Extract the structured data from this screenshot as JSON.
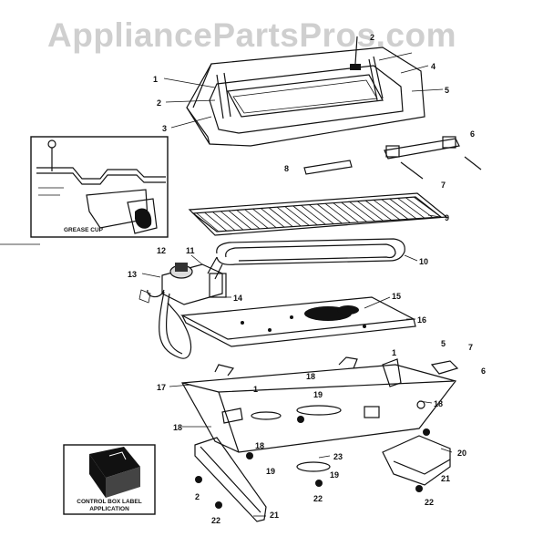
{
  "watermark": "AppliancePartsPros.com",
  "inset_grease_label": "GREASE CUP",
  "control_box_caption": [
    "CONTROL BOX LABEL",
    "APPLICATION"
  ],
  "footer_text": "",
  "callouts": [
    {
      "id": "c1",
      "num": "1"
    },
    {
      "id": "c2",
      "num": "2"
    },
    {
      "id": "c3",
      "num": "3"
    },
    {
      "id": "c4",
      "num": "4"
    },
    {
      "id": "c5",
      "num": "5"
    },
    {
      "id": "c6",
      "num": "6"
    },
    {
      "id": "c7",
      "num": "7"
    },
    {
      "id": "c8",
      "num": "8"
    },
    {
      "id": "c9",
      "num": "9"
    },
    {
      "id": "c10",
      "num": "10"
    },
    {
      "id": "c11",
      "num": "11"
    },
    {
      "id": "c12",
      "num": "12"
    },
    {
      "id": "c13",
      "num": "13"
    },
    {
      "id": "c14",
      "num": "14"
    },
    {
      "id": "c15",
      "num": "15"
    },
    {
      "id": "c16",
      "num": "16"
    },
    {
      "id": "c17",
      "num": "17"
    },
    {
      "id": "c18a",
      "num": "18"
    },
    {
      "id": "c18b",
      "num": "18"
    },
    {
      "id": "c18c",
      "num": "18"
    },
    {
      "id": "c18d",
      "num": "18"
    },
    {
      "id": "c19a",
      "num": "19"
    },
    {
      "id": "c19b",
      "num": "19"
    },
    {
      "id": "c19c",
      "num": "19"
    },
    {
      "id": "c20",
      "num": "20"
    },
    {
      "id": "c21a",
      "num": "21"
    },
    {
      "id": "c21b",
      "num": "21"
    },
    {
      "id": "c22a",
      "num": "22"
    },
    {
      "id": "c22b",
      "num": "22"
    },
    {
      "id": "c22c",
      "num": "22"
    },
    {
      "id": "c23",
      "num": "23"
    },
    {
      "id": "c2b",
      "num": "2"
    },
    {
      "id": "c1b",
      "num": "1"
    },
    {
      "id": "c5b",
      "num": "5"
    },
    {
      "id": "c7b",
      "num": "7"
    },
    {
      "id": "c6b",
      "num": "6"
    },
    {
      "id": "c2c",
      "num": "2"
    },
    {
      "id": "c1c",
      "num": "1"
    }
  ]
}
